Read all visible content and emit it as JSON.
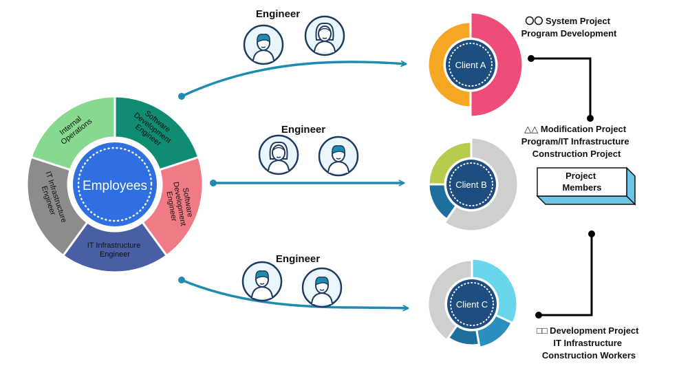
{
  "center": {
    "label": "Employees"
  },
  "segments": [
    {
      "label": "Internal Operations",
      "lines": [
        "Internal",
        "Operations"
      ],
      "color": "#86d98e"
    },
    {
      "label": "Software Development Engineer",
      "lines": [
        "Software",
        "Development",
        "Engineer"
      ],
      "color": "#0f8c72"
    },
    {
      "label": "Software Development Engineer",
      "lines": [
        "Software",
        "Development",
        "Engineer"
      ],
      "color": "#f07a86"
    },
    {
      "label": "IT Infrastructure Engineer",
      "lines": [
        "IT Infrastructure",
        "Engineer"
      ],
      "color": "#4a5fa3"
    },
    {
      "label": "IT Infrastructure Engineer",
      "lines": [
        "IT Infrastructure",
        "Engineer"
      ],
      "color": "#8c8c8c"
    }
  ],
  "flows": [
    {
      "label": "Engineer"
    },
    {
      "label": "Engineer"
    },
    {
      "label": "Engineer"
    }
  ],
  "clients": [
    {
      "label": "Client A",
      "arcs": [
        {
          "color": "#f5a623"
        },
        {
          "color": "#ee4d7a"
        }
      ]
    },
    {
      "label": "Client B",
      "arcs": [
        {
          "color": "#b7cc4c"
        },
        {
          "color": "#cfcfcf"
        },
        {
          "color": "#1e6e9e"
        }
      ]
    },
    {
      "label": "Client C",
      "arcs": [
        {
          "color": "#6ad6ec"
        },
        {
          "color": "#2b8fbf"
        },
        {
          "color": "#1e6e9e"
        },
        {
          "color": "#cfcfcf"
        }
      ]
    }
  ],
  "projects": {
    "a": {
      "lines": [
        "〇〇 System Project",
        "Program Development"
      ]
    },
    "b": {
      "lines": [
        "△△ Modification Project",
        "Program/IT Infrastructure",
        "Construction Project"
      ]
    },
    "c": {
      "lines": [
        "□□ Development Project",
        "IT Infrastructure",
        "Construction Workers"
      ]
    }
  },
  "members_box": {
    "lines": [
      "Project",
      "Members"
    ]
  },
  "colors": {
    "arrow": "#1f8bb0",
    "client_center": "#1e4d80",
    "employees_center": "#2f6fe0",
    "connector": "#000000"
  }
}
